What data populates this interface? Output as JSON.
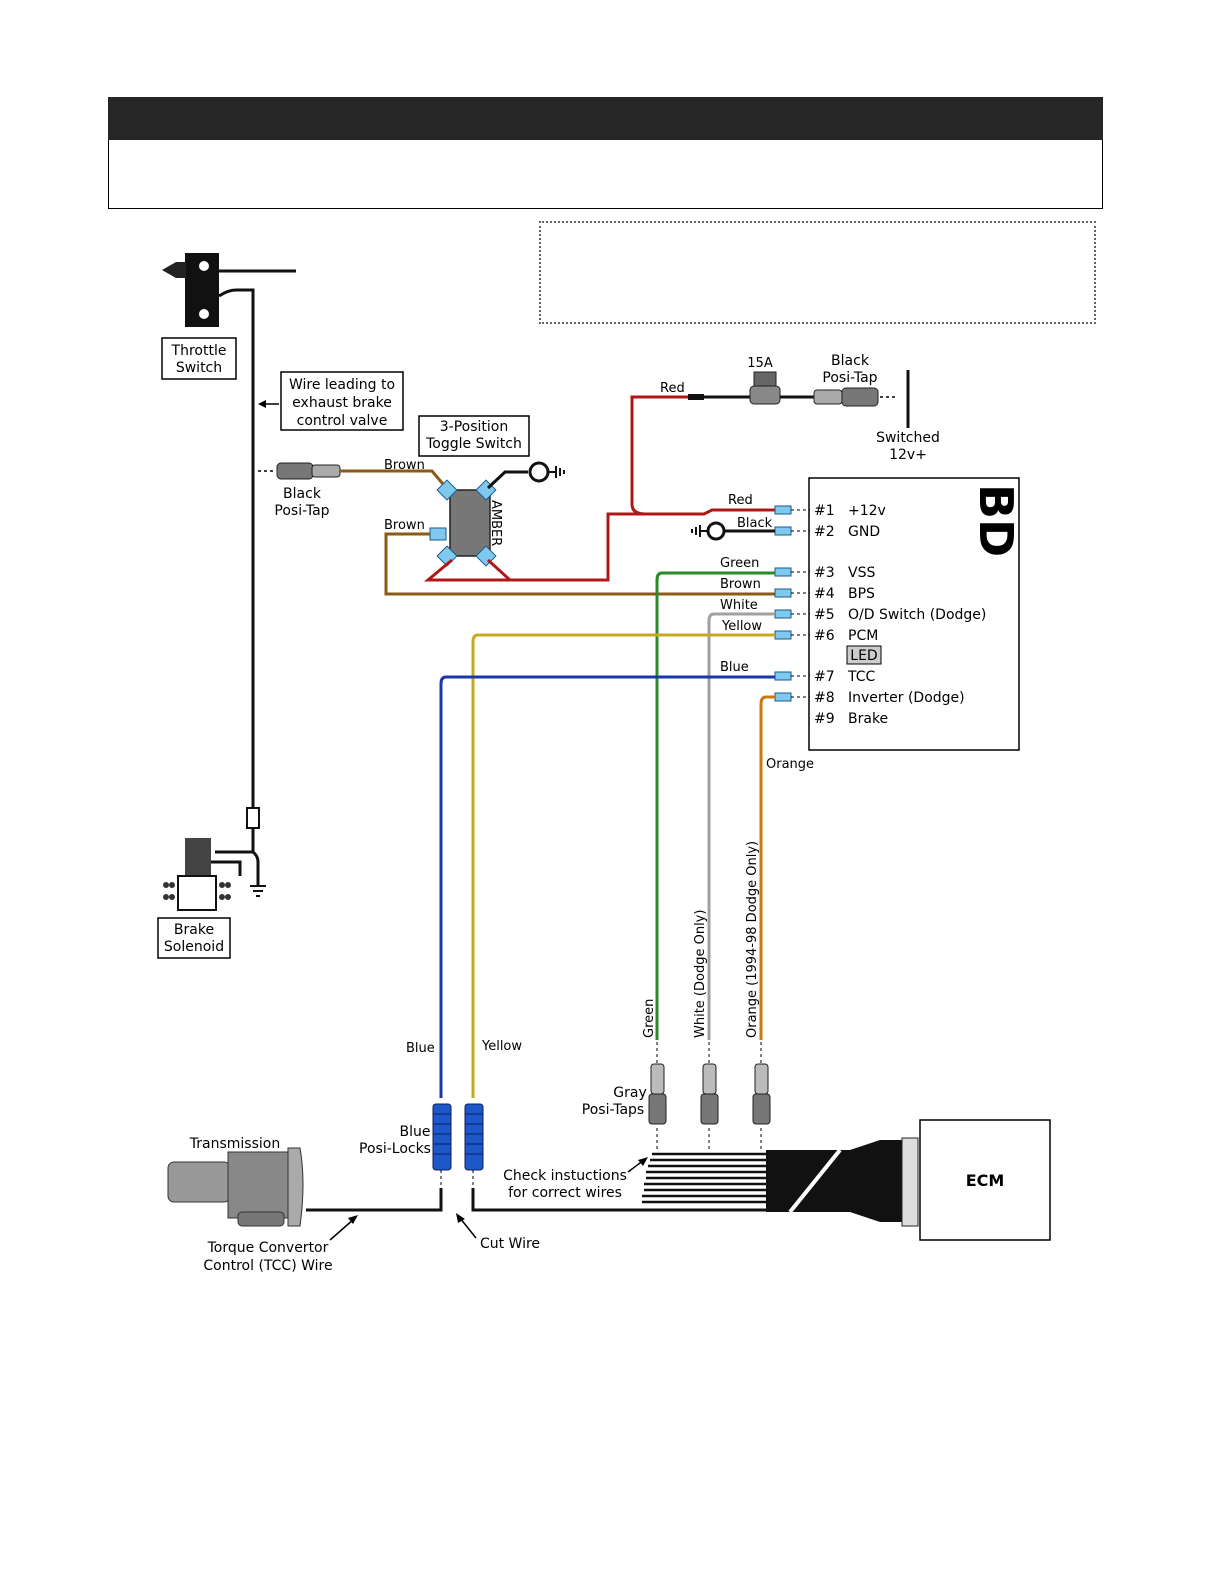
{
  "labels": {
    "throttle_switch": [
      "Throttle",
      "Switch"
    ],
    "wire_leading": [
      "Wire leading to",
      "exhaust brake",
      "control valve"
    ],
    "toggle_switch": [
      "3-Position",
      "Toggle Switch"
    ],
    "black_posi_tap_left": [
      "Black",
      "Posi-Tap"
    ],
    "black_posi_tap_top": [
      "Black",
      "Posi-Tap"
    ],
    "fuse": "15A",
    "switched": [
      "Switched",
      "12v+"
    ],
    "amber": "AMBER",
    "brake_solenoid": [
      "Brake",
      "Solenoid"
    ],
    "transmission": "Transmission",
    "tcc_wire": [
      "Torque Convertor",
      "Control (TCC) Wire"
    ],
    "blue_posi_locks": [
      "Blue",
      "Posi-Locks"
    ],
    "cut_wire": "Cut Wire",
    "gray_posi_taps": [
      "Gray",
      "Posi-Taps"
    ],
    "check_instructions": [
      "Check instuctions",
      "for correct wires"
    ],
    "ecm": "ECM",
    "module_logo": "BD",
    "led": "LED"
  },
  "wire_labels": {
    "red_top": "Red",
    "brown_top": "Brown",
    "brown_mid": "Brown",
    "red_mod": "Red",
    "black_mod": "Black",
    "green_mod": "Green",
    "brown_mod": "Brown",
    "white_mod": "White",
    "yellow_mod": "Yellow",
    "blue_mod": "Blue",
    "orange_mod": "Orange",
    "blue_low": "Blue",
    "yellow_low": "Yellow",
    "green_vert": "Green",
    "white_vert": "White (Dodge Only)",
    "orange_vert": "Orange (1994-98 Dodge Only)"
  },
  "terminals": [
    {
      "num": "#1",
      "name": "+12v"
    },
    {
      "num": "#2",
      "name": "GND"
    },
    {
      "num": "#3",
      "name": "VSS"
    },
    {
      "num": "#4",
      "name": "BPS"
    },
    {
      "num": "#5",
      "name": "O/D Switch (Dodge)"
    },
    {
      "num": "#6",
      "name": "PCM"
    },
    {
      "num": "#7",
      "name": "TCC"
    },
    {
      "num": "#8",
      "name": "Inverter (Dodge)"
    },
    {
      "num": "#9",
      "name": "Brake"
    }
  ],
  "colors": {
    "red": "#b01818",
    "brown": "#8a5a16",
    "green": "#2a8a2a",
    "white": "#a0a0a0",
    "yellow": "#c8a820",
    "blue": "#1838a8",
    "orange": "#c77a10",
    "connector": "#7fc8f0"
  }
}
